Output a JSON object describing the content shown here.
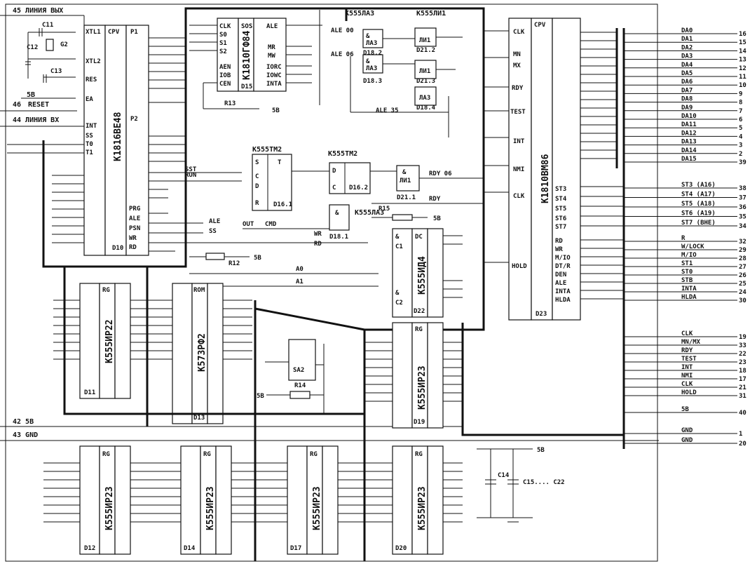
{
  "chips": {
    "d10": {
      "type": "K1816BE48",
      "ref": "D10",
      "hdr": "CPV",
      "xtl1": "XTL1",
      "xtl2": "XTL2",
      "res": "RES",
      "ea": "EA",
      "intp": "INT",
      "ss": "SS",
      "t0": "T0",
      "t1": "T1",
      "p1": "P1",
      "p2": "P2",
      "prg": "PRG",
      "ale": "ALE",
      "psn": "PSN",
      "wr": "WR",
      "rd": "RD"
    },
    "d15": {
      "type": "K1810ГФ84",
      "ref": "D15",
      "clk": "CLK",
      "s0": "S0",
      "s1": "S1",
      "s2": "S2",
      "aen": "AEN",
      "iob": "IOB",
      "cen": "CEN",
      "sos": "SOS",
      "ale": "ALE",
      "mr": "MR",
      "mw": "MW",
      "icrd": "IORC",
      "iowc": "IOWC",
      "inta": "INTA"
    },
    "d23": {
      "type": "K1810BM86",
      "ref": "D23",
      "hdr": "CPV",
      "clk": "CLK",
      "mn": "MN",
      "mx": "MX",
      "rdy": "RDY",
      "test": "TEST",
      "intp": "INT",
      "nmi": "NMI",
      "clk2": "CLK",
      "hold": "HOLD",
      "st3": "ST3",
      "st4": "ST4",
      "st5": "ST5",
      "st6": "ST6",
      "st7": "ST7",
      "rd": "RD",
      "wr": "WR",
      "mio": "M/IO",
      "dtr": "DT/R",
      "den": "DEN",
      "ale": "ALE",
      "inta": "INTA",
      "hlda": "HLDA"
    },
    "d16": {
      "type": "K555TM2",
      "ref": "D16.1",
      "ref2": "D16.2",
      "s": "S",
      "t": "T",
      "c": "C",
      "d": "D",
      "r": "R"
    },
    "d22": {
      "type": "K555ИД4",
      "ref": "D22",
      "dc": "DC",
      "c1": "C1",
      "c2": "C2"
    },
    "d11": {
      "type": "K555ИР22",
      "ref": "D11",
      "rg": "RG"
    },
    "d13": {
      "type": "K573РФ2",
      "ref": "D13",
      "rom": "ROM"
    },
    "d19": {
      "type": "K555ИР23",
      "ref": "D19",
      "rg": "RG"
    },
    "d12": {
      "type": "K555ИР23",
      "ref": "D12",
      "rg": "RG"
    },
    "d14": {
      "type": "K555ИР23",
      "ref": "D14",
      "rg": "RG"
    },
    "d17": {
      "type": "K555ИР23",
      "ref": "D17",
      "rg": "RG"
    },
    "d20": {
      "type": "K555ИР23",
      "ref": "D20",
      "rg": "RG"
    },
    "la3": {
      "type": "K555ЛА3",
      "a": "ЛА3",
      "b": "D18.2",
      "c": "D18.3",
      "d": "D18.4",
      "e": "D18.1",
      "amp": "&"
    },
    "li1": {
      "type": "K555ЛИ1",
      "a": "ЛИ1",
      "b": "D21.2",
      "c": "D21.3",
      "d": "D21.1"
    },
    "sa2": {
      "ref": "SA2"
    }
  },
  "labels": {
    "pin45": "45  ЛИНИЯ ВЫХ",
    "pin46": "46",
    "reset": "RESET",
    "pin44": "44  ЛИНИЯ ВХ",
    "pin42": "42  5В",
    "pin43": "43  GND",
    "c11": "C11",
    "c12": "C12",
    "g2": "G2",
    "c13": "C13",
    "v5": "5В",
    "r13": "R13",
    "r12": "R12",
    "r14": "R14",
    "r15": "R15",
    "run": "RUN",
    "sst": "SST",
    "out": "OUT",
    "cmd": "CMD",
    "wr": "WR",
    "rd": "RD",
    "a0": "A0",
    "a1": "A1",
    "ale": "ALE",
    "ss": "SS",
    "ale00": "ALE 00",
    "ale06": "ALE 06",
    "ale35": "ALE 35",
    "rdy06": "RDY 06",
    "rdy": "RDY",
    "c14": "C14",
    "c15": "C15.... C22",
    "gnd": "GND"
  },
  "data_bus": [
    "DA0",
    "DA1",
    "DA2",
    "DA3",
    "DA4",
    "DA5",
    "DA6",
    "DA7",
    "DA8",
    "DA9",
    "DA10",
    "DA11",
    "DA12",
    "DA13",
    "DA14",
    "DA15"
  ],
  "data_bus_pins": [
    "16",
    "15",
    "14",
    "13",
    "12",
    "11",
    "10",
    "9",
    "8",
    "7",
    "6",
    "5",
    "4",
    "3",
    "2",
    "39"
  ],
  "status_sigs": [
    "ST3 (A16)",
    "ST4 (A17)",
    "ST5 (A18)",
    "ST6 (A19)",
    "ST7 (BHE)"
  ],
  "status_pins": [
    "38",
    "37",
    "36",
    "35",
    "34"
  ],
  "ctrl_sigs": [
    "R",
    "W/LOCK",
    "M/IO",
    "ST1",
    "ST0",
    "STB",
    "INTA",
    "HLDA"
  ],
  "ctrl_pins": [
    "32",
    "29",
    "28",
    "27",
    "26",
    "25",
    "24",
    "30"
  ],
  "lower_sigs": [
    "CLK",
    "MN/MX",
    "RDY",
    "TEST",
    "INT",
    "NMI",
    "CLK",
    "HOLD"
  ],
  "lower_pins": [
    "19",
    "33",
    "22",
    "23",
    "18",
    "17",
    "21",
    "31"
  ],
  "power_sigs": {
    "v5": "5В",
    "gnd1": "GND",
    "gnd2": "GND"
  },
  "power_pins": {
    "v5": "40",
    "gnd1": "1",
    "gnd2": "20"
  }
}
